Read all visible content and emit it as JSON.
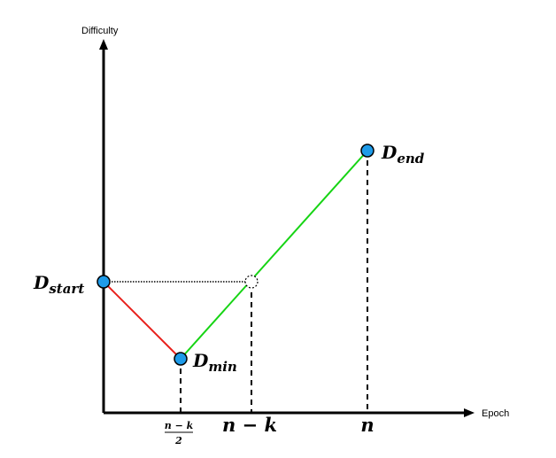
{
  "axes": {
    "y_label": "Difficulty",
    "x_label": "Epoch"
  },
  "labels": {
    "d_start_main": "D",
    "d_start_sub": "start",
    "d_min_main": "D",
    "d_min_sub": "min",
    "d_end_main": "D",
    "d_end_sub": "end"
  },
  "ticks": {
    "half_numerator": "n − k",
    "half_denominator": "2",
    "n_minus_k": "n − k",
    "n": "n"
  },
  "colors": {
    "decrease_segment": "#e8201c",
    "increase_segment": "#16d414",
    "point_fill": "#1e9be9",
    "point_stroke": "#000000"
  }
}
